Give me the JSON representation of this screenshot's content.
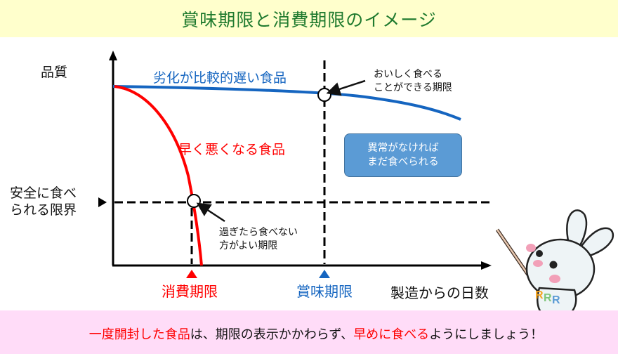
{
  "header": {
    "title": "賞味期限と消費期限のイメージ"
  },
  "colors": {
    "title_text": "#1f7a2e",
    "title_bg": "#ffffcc",
    "footer_bg": "#ffdcf8",
    "best_before_blue": "#1565c0",
    "use_by_red": "#ff0000",
    "box_fill": "#5b9bd5"
  },
  "chart_data": {
    "type": "line",
    "title": "賞味期限と消費期限のイメージ",
    "xlabel": "製造からの日数",
    "ylabel": "品質",
    "grid": false,
    "series": [
      {
        "name": "劣化が比較的遅い食品",
        "color": "#1565c0",
        "shape": "slow gentle decline from top-left, ending slightly lower at right"
      },
      {
        "name": "早く悪くなる食品",
        "color": "#ff0000",
        "shape": "fast, accelerating decline crossing the safety limit then reaching near zero"
      }
    ],
    "reference_lines": [
      {
        "orientation": "horizontal",
        "label": "安全に食べられる限界",
        "style": "dashed"
      },
      {
        "orientation": "vertical",
        "label": "消費期限",
        "color": "#ff0000",
        "style": "dashed"
      },
      {
        "orientation": "vertical",
        "label": "賞味期限",
        "color": "#1565c0",
        "style": "dashed"
      }
    ],
    "annotations": [
      "おいしく食べることができる期限",
      "過ぎたら食べない方がよい期限",
      "異常がなければまだ食べられる"
    ]
  },
  "diagram": {
    "y_axis_label": "品質",
    "x_axis_label": "製造からの日数",
    "curves": {
      "slow": "劣化が比較的遅い食品",
      "fast": "早く悪くなる食品"
    },
    "safe_limit": {
      "line1": "安全に食べ",
      "line1b": "べ",
      "line2": "られる限界"
    },
    "notes": {
      "best_before": {
        "line1": "おいしく食べる",
        "line2": "ことができる期限"
      },
      "use_by": {
        "line1": "過ぎたら食べない",
        "line2": "方がよい期限"
      }
    },
    "box": {
      "line1": "異常がなければ",
      "line2": "まだ食べられる"
    },
    "markers": {
      "use_by": "消費期限",
      "best_before": "賞味期限"
    }
  },
  "footer": {
    "part1_red": "一度開封した食品",
    "part2": "は、期限の表示かかわらず、",
    "part3_red": "早めに食べる",
    "part4": "ようにしましょう！"
  }
}
